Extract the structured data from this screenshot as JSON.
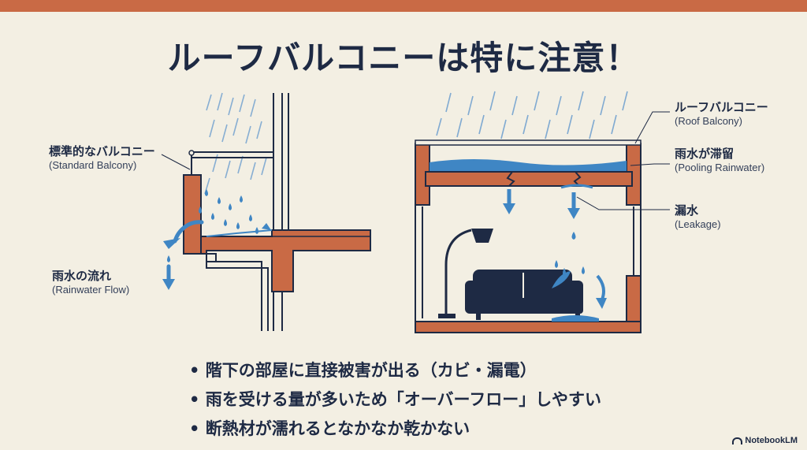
{
  "title": "ルーフバルコニーは特に注意！",
  "left_diagram": {
    "label_balcony_jp": "標準的なバルコニー",
    "label_balcony_en": "(Standard Balcony)",
    "label_flow_jp": "雨水の流れ",
    "label_flow_en": "(Rainwater Flow)"
  },
  "right_diagram": {
    "label_roof_jp": "ルーフバルコニー",
    "label_roof_en": "(Roof Balcony)",
    "label_pool_jp": "雨水が滞留",
    "label_pool_en": "(Pooling Rainwater)",
    "label_leak_jp": "漏水",
    "label_leak_en": "(Leakage)"
  },
  "bullets": [
    "階下の部屋に直接被害が出る（カビ・漏電）",
    "雨を受ける量が多いため「オーバーフロー」しやすい",
    "断熱材が濡れるとなかなか乾かない"
  ],
  "brand": "NotebookLM",
  "colors": {
    "accent": "#c96a45",
    "navy": "#1e2a44",
    "water": "#3f86c4",
    "background": "#f3efe3"
  }
}
